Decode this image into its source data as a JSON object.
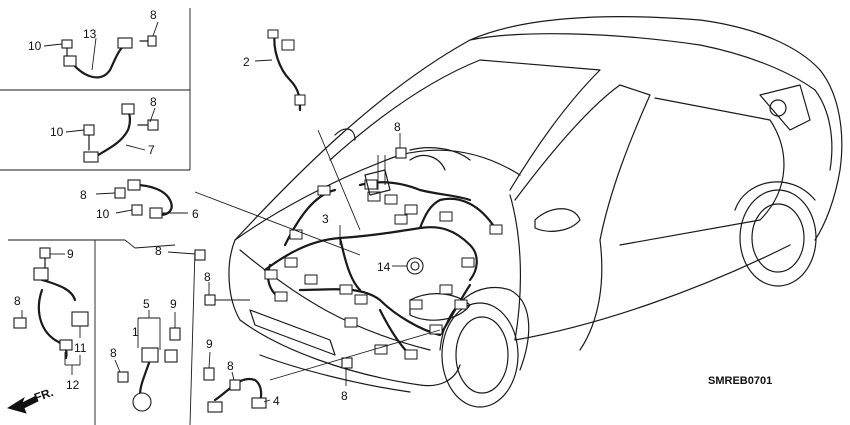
{
  "diagram": {
    "code": "SMREB0701",
    "direction_label": "FR.",
    "callouts": [
      {
        "id": "c-8-a",
        "text": "8"
      },
      {
        "id": "c-10-a",
        "text": "10"
      },
      {
        "id": "c-13",
        "text": "13"
      },
      {
        "id": "c-8-b",
        "text": "8"
      },
      {
        "id": "c-10-b",
        "text": "10"
      },
      {
        "id": "c-7",
        "text": "7"
      },
      {
        "id": "c-8-c",
        "text": "8"
      },
      {
        "id": "c-10-c",
        "text": "10"
      },
      {
        "id": "c-6",
        "text": "6"
      },
      {
        "id": "c-2",
        "text": "2"
      },
      {
        "id": "c-8-d",
        "text": "8"
      },
      {
        "id": "c-3",
        "text": "3"
      },
      {
        "id": "c-14",
        "text": "14"
      },
      {
        "id": "c-8-e",
        "text": "8"
      },
      {
        "id": "c-8-f",
        "text": "8"
      },
      {
        "id": "c-9-a",
        "text": "9"
      },
      {
        "id": "c-8-g",
        "text": "8"
      },
      {
        "id": "c-11",
        "text": "11"
      },
      {
        "id": "c-12",
        "text": "12"
      },
      {
        "id": "c-5",
        "text": "5"
      },
      {
        "id": "c-1",
        "text": "1"
      },
      {
        "id": "c-9-b",
        "text": "9"
      },
      {
        "id": "c-8-h",
        "text": "8"
      },
      {
        "id": "c-9-c",
        "text": "9"
      },
      {
        "id": "c-8-i",
        "text": "8"
      },
      {
        "id": "c-4",
        "text": "4"
      },
      {
        "id": "c-8-j",
        "text": "8"
      }
    ]
  }
}
